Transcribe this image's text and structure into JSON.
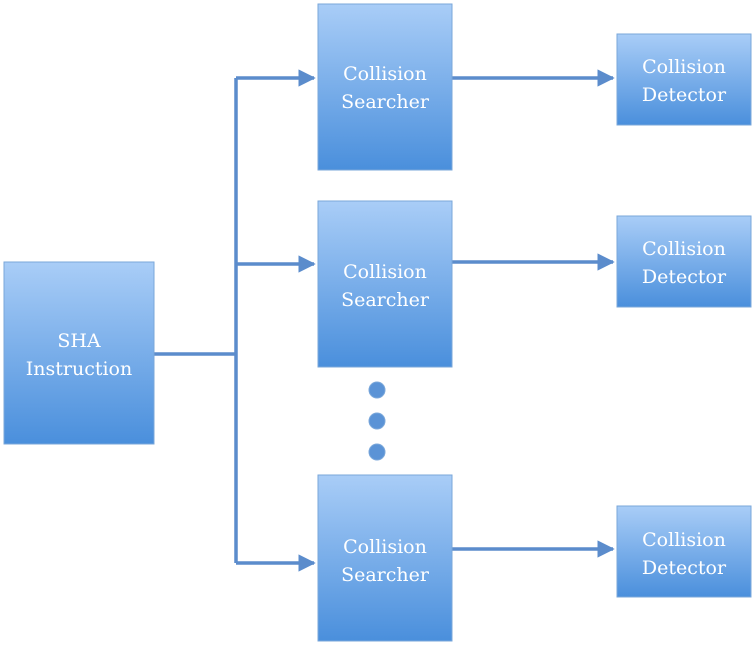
{
  "diagram": {
    "source": {
      "line1": "SHA",
      "line2": "Instruction"
    },
    "searchers": [
      {
        "line1": "Collision",
        "line2": "Searcher"
      },
      {
        "line1": "Collision",
        "line2": "Searcher"
      },
      {
        "line1": "Collision",
        "line2": "Searcher"
      }
    ],
    "detectors": [
      {
        "line1": "Collision",
        "line2": "Detector"
      },
      {
        "line1": "Collision",
        "line2": "Detector"
      },
      {
        "line1": "Collision",
        "line2": "Detector"
      }
    ],
    "colors": {
      "box_top": "#a9cdf7",
      "box_bottom": "#4a8fdc",
      "box_border": "#7aa7da",
      "connector": "#5b8ccc",
      "ellipsis_dot": "#5b93d6"
    }
  }
}
